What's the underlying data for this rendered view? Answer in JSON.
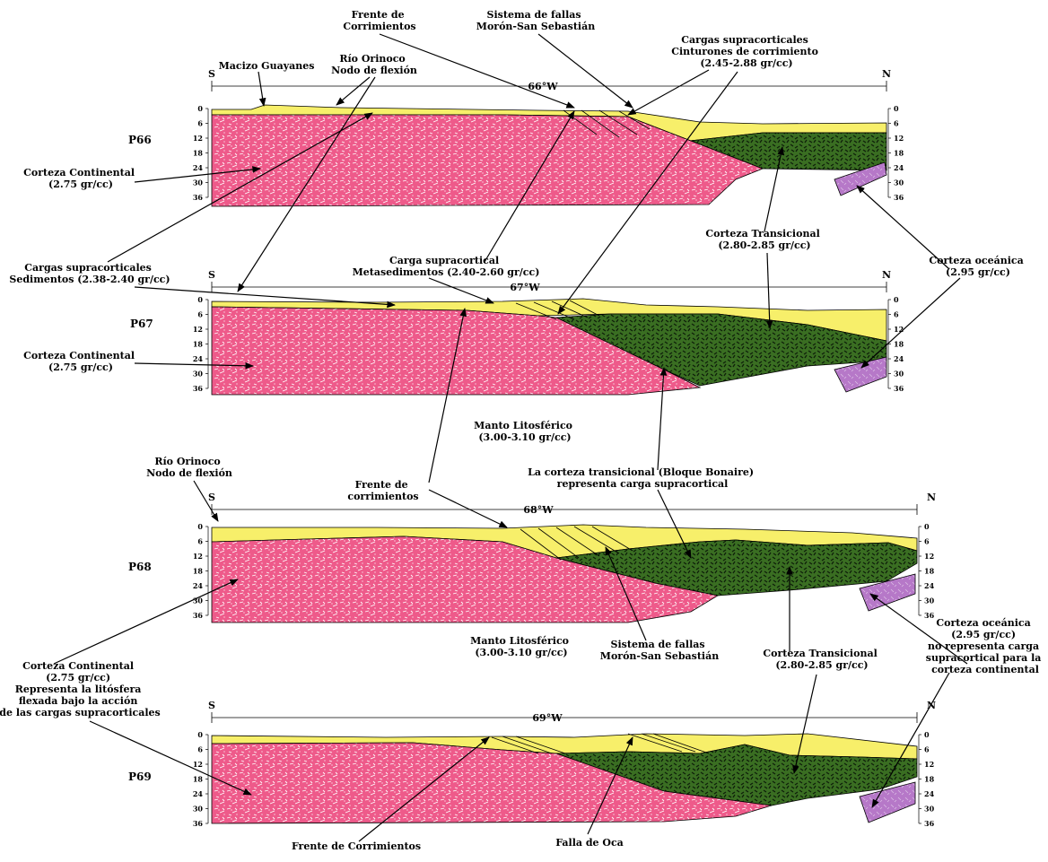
{
  "colors": {
    "continental": "#ee5a8a",
    "continental_speckle": "#ffffff",
    "sediment": "#f7ef6a",
    "transitional": "#3a6e22",
    "transitional_dark": "#0e1f0a",
    "oceanic": "#b678c8"
  },
  "depth_ticks": [
    "0",
    "6",
    "12",
    "18",
    "24",
    "30",
    "36"
  ],
  "profiles": [
    {
      "name": "P66",
      "lon": "66°W",
      "south": "S",
      "north": "N"
    },
    {
      "name": "P67",
      "lon": "67°W",
      "south": "S",
      "north": "N"
    },
    {
      "name": "P68",
      "lon": "68°W",
      "south": "S",
      "north": "N"
    },
    {
      "name": "P69",
      "lon": "69°W",
      "south": "S",
      "north": "N"
    }
  ],
  "labels": {
    "frente_corr_top": [
      "Frente de",
      "Corrimientos"
    ],
    "sistema_top": [
      "Sistema de fallas",
      "Morón-San Sebastián"
    ],
    "cargas_cinturones": [
      "Cargas supracorticales",
      "Cinturones de corrimiento",
      "(2.45-2.88 gr/cc)"
    ],
    "macizo": [
      "Macizo Guayanes"
    ],
    "rio_top": [
      "Río Orinoco",
      "Nodo de flexión"
    ],
    "corteza_cont_66": [
      "Corteza Continental",
      "(2.75 gr/cc)"
    ],
    "corteza_trans_66": [
      "Corteza Transicional",
      "(2.80-2.85 gr/cc)"
    ],
    "corteza_oce_66": [
      "Corteza oceánica",
      "(2.95 gr/cc)"
    ],
    "cargas_sed": [
      "Cargas supracorticales",
      "Sedimentos (2.38-2.40 gr/cc)"
    ],
    "carga_meta": [
      "Carga supracortical",
      "Metasedimentos (2.40-2.60 gr/cc)"
    ],
    "corteza_cont_67": [
      "Corteza Continental",
      "(2.75 gr/cc)"
    ],
    "manto_67": [
      "Manto Litosférico",
      "(3.00-3.10 gr/cc)"
    ],
    "rio_68": [
      "Río Orinoco",
      "Nodo de flexión"
    ],
    "frente_corr_68": [
      "Frente de",
      "corrimientos"
    ],
    "bonaire": [
      "La corteza transicional (Bloque Bonaire)",
      "representa carga supracortical"
    ],
    "manto_68": [
      "Manto Litosférico",
      "(3.00-3.10 gr/cc)"
    ],
    "sistema_68": [
      "Sistema de fallas",
      "Morón-San Sebastián"
    ],
    "corteza_trans_68": [
      "Corteza Transicional",
      "(2.80-2.85 gr/cc)"
    ],
    "corteza_oce_68": [
      "Corteza oceánica",
      "(2.95 gr/cc)",
      "no representa carga",
      "supracortical para la",
      "corteza continental"
    ],
    "corteza_cont_68": [
      "Corteza Continental",
      "(2.75 gr/cc)",
      "Representa la litósfera",
      "flexada bajo la acción",
      "de las cargas supracorticales"
    ],
    "frente_corr_69": [
      "Frente de Corrimientos"
    ],
    "falla_oca": [
      "Falla de Oca"
    ]
  }
}
